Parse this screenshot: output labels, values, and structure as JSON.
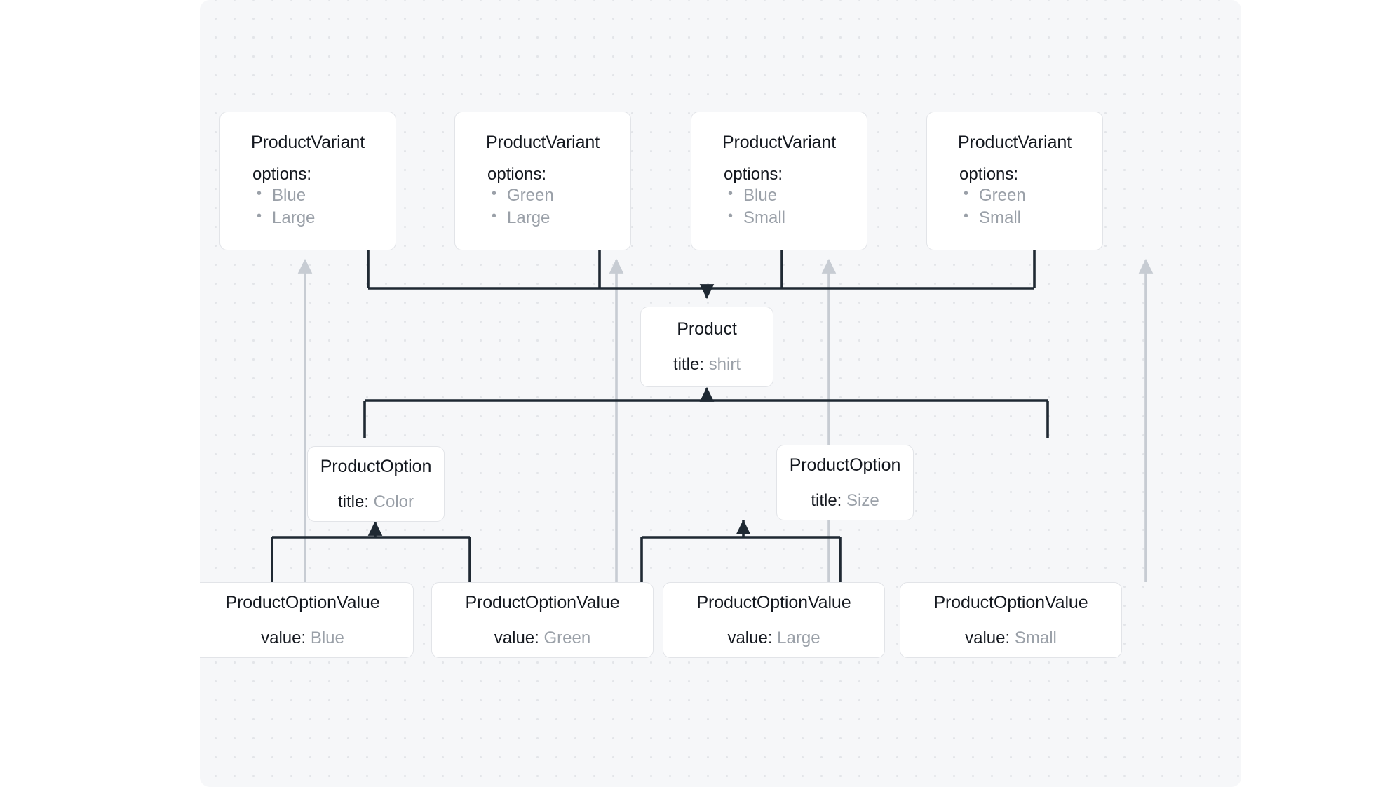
{
  "diagram": {
    "kind": "entity-relationship-graph",
    "background_color": "#f6f7f9",
    "dot_color": "#e3e5e9",
    "edge_color_primary": "#1f2933",
    "edge_color_secondary": "#c7ccd3",
    "card_background": "#ffffff",
    "card_border_color": "#e2e4e8",
    "label_color": "#14181f",
    "value_color": "#9aa0a8"
  },
  "nodes": {
    "variants": [
      {
        "id": "variant-1",
        "title": "ProductVariant",
        "field_label": "options:",
        "options": [
          "Blue",
          "Large"
        ]
      },
      {
        "id": "variant-2",
        "title": "ProductVariant",
        "field_label": "options:",
        "options": [
          "Green",
          "Large"
        ]
      },
      {
        "id": "variant-3",
        "title": "ProductVariant",
        "field_label": "options:",
        "options": [
          "Blue",
          "Small"
        ]
      },
      {
        "id": "variant-4",
        "title": "ProductVariant",
        "field_label": "options:",
        "options": [
          "Green",
          "Small"
        ]
      }
    ],
    "product": {
      "id": "product",
      "title": "Product",
      "field_label": "title:",
      "field_value": "shirt"
    },
    "options": [
      {
        "id": "option-color",
        "title": "ProductOption",
        "field_label": "title:",
        "field_value": "Color"
      },
      {
        "id": "option-size",
        "title": "ProductOption",
        "field_label": "title:",
        "field_value": "Size"
      }
    ],
    "option_values": [
      {
        "id": "value-blue",
        "title": "ProductOptionValue",
        "field_label": "value:",
        "field_value": "Blue"
      },
      {
        "id": "value-green",
        "title": "ProductOptionValue",
        "field_label": "value:",
        "field_value": "Green"
      },
      {
        "id": "value-large",
        "title": "ProductOptionValue",
        "field_label": "value:",
        "field_value": "Large"
      },
      {
        "id": "value-small",
        "title": "ProductOptionValue",
        "field_label": "value:",
        "field_value": "Small"
      }
    ]
  },
  "edges": [
    {
      "from": "variant-1",
      "to": "product",
      "style": "solid-dark"
    },
    {
      "from": "variant-2",
      "to": "product",
      "style": "solid-dark"
    },
    {
      "from": "variant-3",
      "to": "product",
      "style": "solid-dark"
    },
    {
      "from": "variant-4",
      "to": "product",
      "style": "solid-dark"
    },
    {
      "from": "option-color",
      "to": "product",
      "style": "solid-dark"
    },
    {
      "from": "option-size",
      "to": "product",
      "style": "solid-dark"
    },
    {
      "from": "value-blue",
      "to": "option-color",
      "style": "solid-dark"
    },
    {
      "from": "value-green",
      "to": "option-color",
      "style": "solid-dark"
    },
    {
      "from": "value-large",
      "to": "option-size",
      "style": "solid-dark"
    },
    {
      "from": "value-small",
      "to": "option-size",
      "style": "solid-dark"
    },
    {
      "from": "value-blue",
      "to": "variant-1",
      "style": "solid-gray"
    },
    {
      "from": "value-green",
      "to": "variant-2",
      "style": "solid-gray"
    },
    {
      "from": "value-large",
      "to": "variant-3",
      "style": "solid-gray"
    },
    {
      "from": "value-small",
      "to": "variant-4",
      "style": "solid-gray"
    }
  ]
}
